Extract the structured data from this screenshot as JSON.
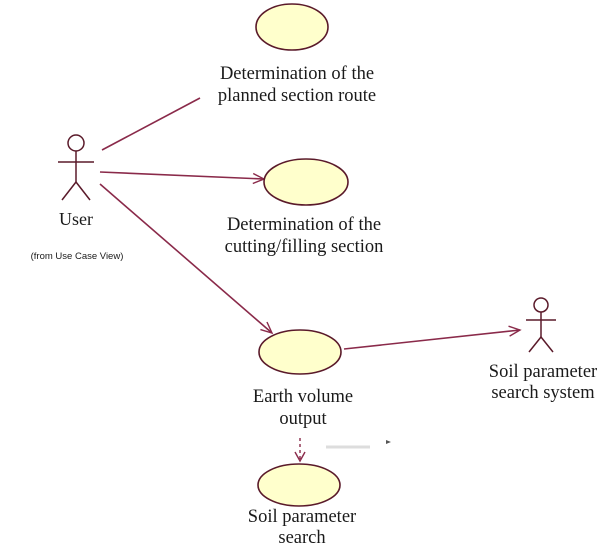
{
  "colors": {
    "usecase_fill": "#ffffcc",
    "stroke": "#8a2a4a",
    "actor_stroke": "#5a1a2a",
    "text": "#1a1a1a"
  },
  "actors": {
    "user": {
      "label": "User",
      "note": "(from Use Case View)"
    },
    "soil_system": {
      "label_line1": "Soil parameter",
      "label_line2": "search system"
    }
  },
  "use_cases": {
    "planned_route": {
      "line1": "Determination of the",
      "line2": "planned section route"
    },
    "cutting_filling": {
      "line1": "Determination of the",
      "line2": "cutting/filling section"
    },
    "earth_volume": {
      "line1": "Earth volume",
      "line2": "output"
    },
    "soil_search": {
      "line1": "Soil parameter",
      "line2": "search"
    }
  }
}
